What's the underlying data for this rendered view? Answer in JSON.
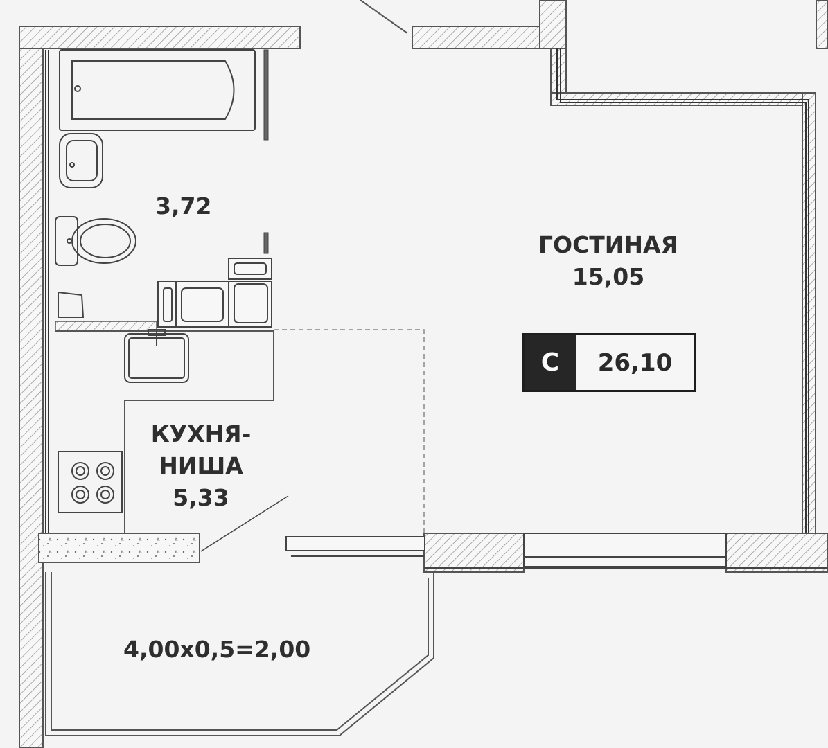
{
  "rooms": {
    "bathroom": {
      "area": "3,72"
    },
    "living": {
      "name": "ГОСТИНАЯ",
      "area": "15,05"
    },
    "kitchen": {
      "name_line1": "КУХНЯ-",
      "name_line2": "НИША",
      "area": "5,33"
    },
    "balcony": {
      "formula": "4,00x0,5=2,00"
    }
  },
  "summary": {
    "type": "С",
    "total_area": "26,10"
  },
  "colors": {
    "wall_line": "#555555",
    "ink": "#2e2e2e",
    "badge_dark": "#262626",
    "background": "#f4f4f4"
  },
  "icons": [
    "bathtub-icon",
    "sink-icon",
    "toilet-icon",
    "kitchen-sink-icon",
    "stove-icon",
    "window-icon"
  ]
}
